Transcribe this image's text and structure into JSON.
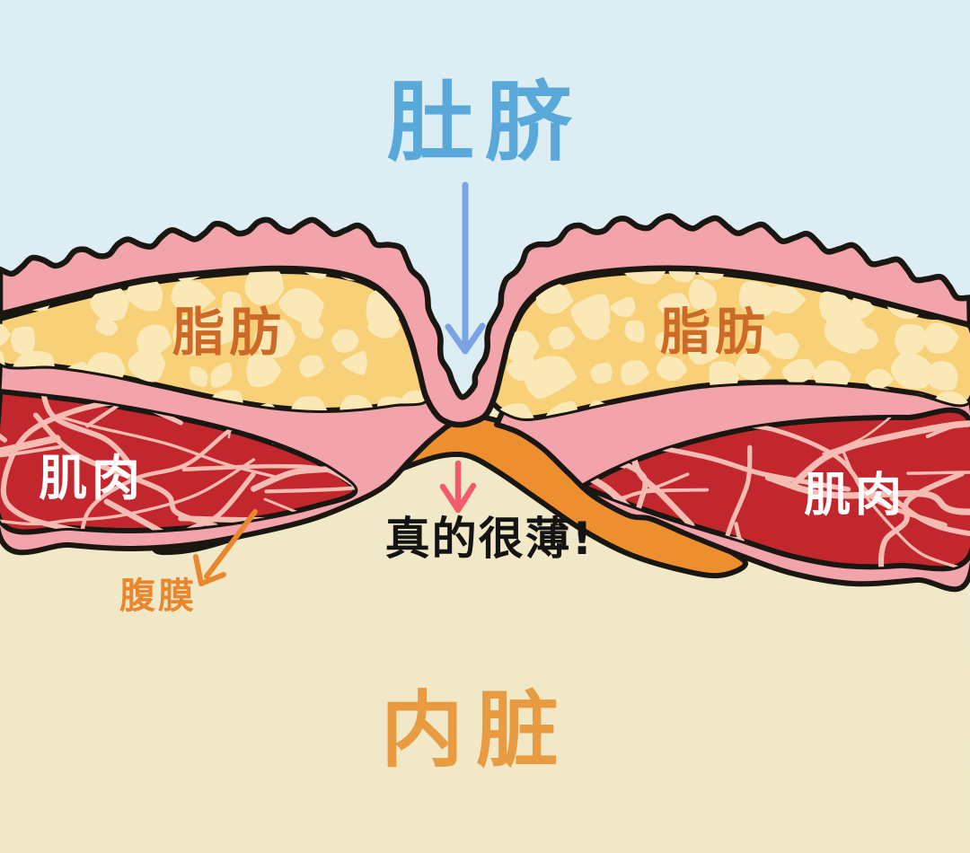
{
  "title": "肚脐",
  "annotations": {
    "fat_left": "脂肪",
    "fat_right": "脂肪",
    "muscle_left": "肌肉",
    "muscle_right": "肌肉",
    "peritoneum": "腹膜",
    "thin_note": "真的很薄!",
    "viscera": "内脏"
  },
  "colors": {
    "sky": "#DCEEF4",
    "viscera_bg": "#F0E8C6",
    "skin": "#F2A4AA",
    "fat": "#F7D077",
    "fat_lobule": "#FAE8B6",
    "muscle": "#C1272D",
    "marbling": "#F4BCB2",
    "peritoneum": "#EE8F2F",
    "outline": "#1A1611",
    "title_blue": "#58A8DA",
    "arrow_blue": "#7BA2E4",
    "label_orange": "#CD6A28",
    "peritoneum_label": "#E8872E",
    "viscera_label": "#E89B40",
    "thin_note_color": "#141414",
    "arrow_pink": "#F25C68",
    "muscle_label_white": "#FFFFFF"
  }
}
